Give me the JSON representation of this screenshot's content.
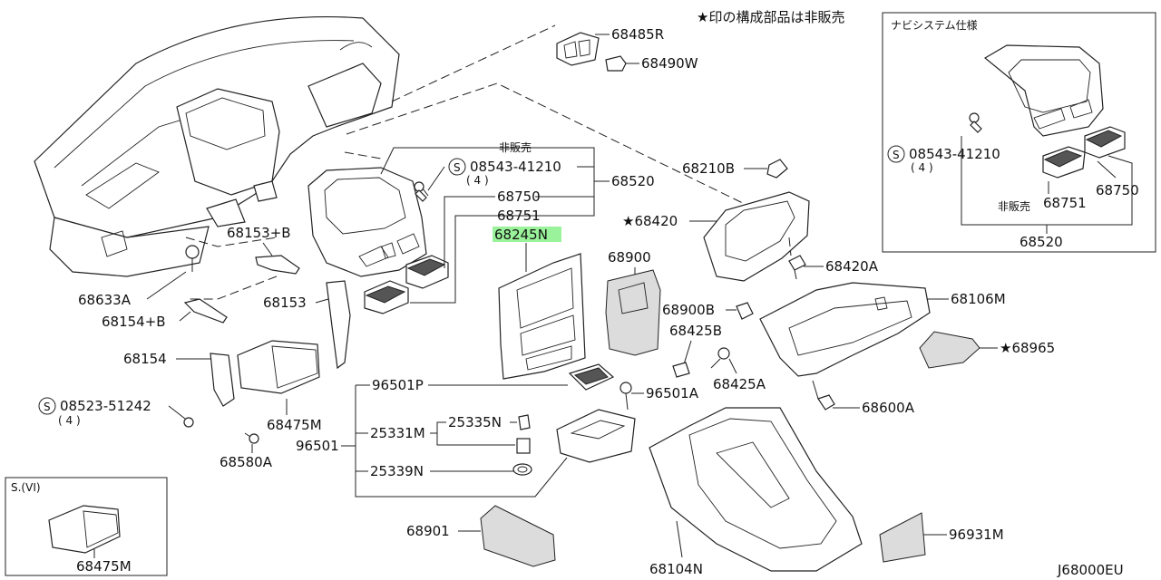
{
  "header": {
    "note": "★印の構成部品は非販売"
  },
  "inset_navi": {
    "title": "ナビシステム仕様",
    "screw_part": "08543-41210",
    "screw_qty": "( 4 )",
    "not_sold": "非販売",
    "vent_left": "68751",
    "vent_right": "68750",
    "assembly": "68520"
  },
  "inset_sv": {
    "title": "S.(VI)",
    "part": "68475M"
  },
  "labels": {
    "p68485R": "68485R",
    "p68490W": "68490W",
    "not_sold": "非販売",
    "p08543": "08543-41210",
    "p08543_qty": "( 4 )",
    "p68520": "68520",
    "p68750": "68750",
    "p68751": "68751",
    "p68245N": "68245N",
    "p68210B": "68210B",
    "p68420": "★68420",
    "p68420A": "68420A",
    "p68900": "68900",
    "p68900B": "68900B",
    "p68425B": "68425B",
    "p68425A": "68425A",
    "p68106M": "68106M",
    "p68965": "★68965",
    "p68600A": "68600A",
    "p68153B": "68153+B",
    "p68633A": "68633A",
    "p68154B": "68154+B",
    "p68153": "68153",
    "p68154": "68154",
    "p08523": "08523-51242",
    "p08523_qty": "( 4 )",
    "p68475M": "68475M",
    "p68580A": "68580A",
    "p96501P": "96501P",
    "p96501A": "96501A",
    "p96501": "96501",
    "p25331M": "25331M",
    "p25335N": "25335N",
    "p25339N": "25339N",
    "p68901": "68901",
    "p68104N": "68104N",
    "p96931M": "96931M",
    "diagram_code": "J68000EU"
  },
  "highlight_color": "#9af29a",
  "symbols": {
    "screw": "S"
  }
}
